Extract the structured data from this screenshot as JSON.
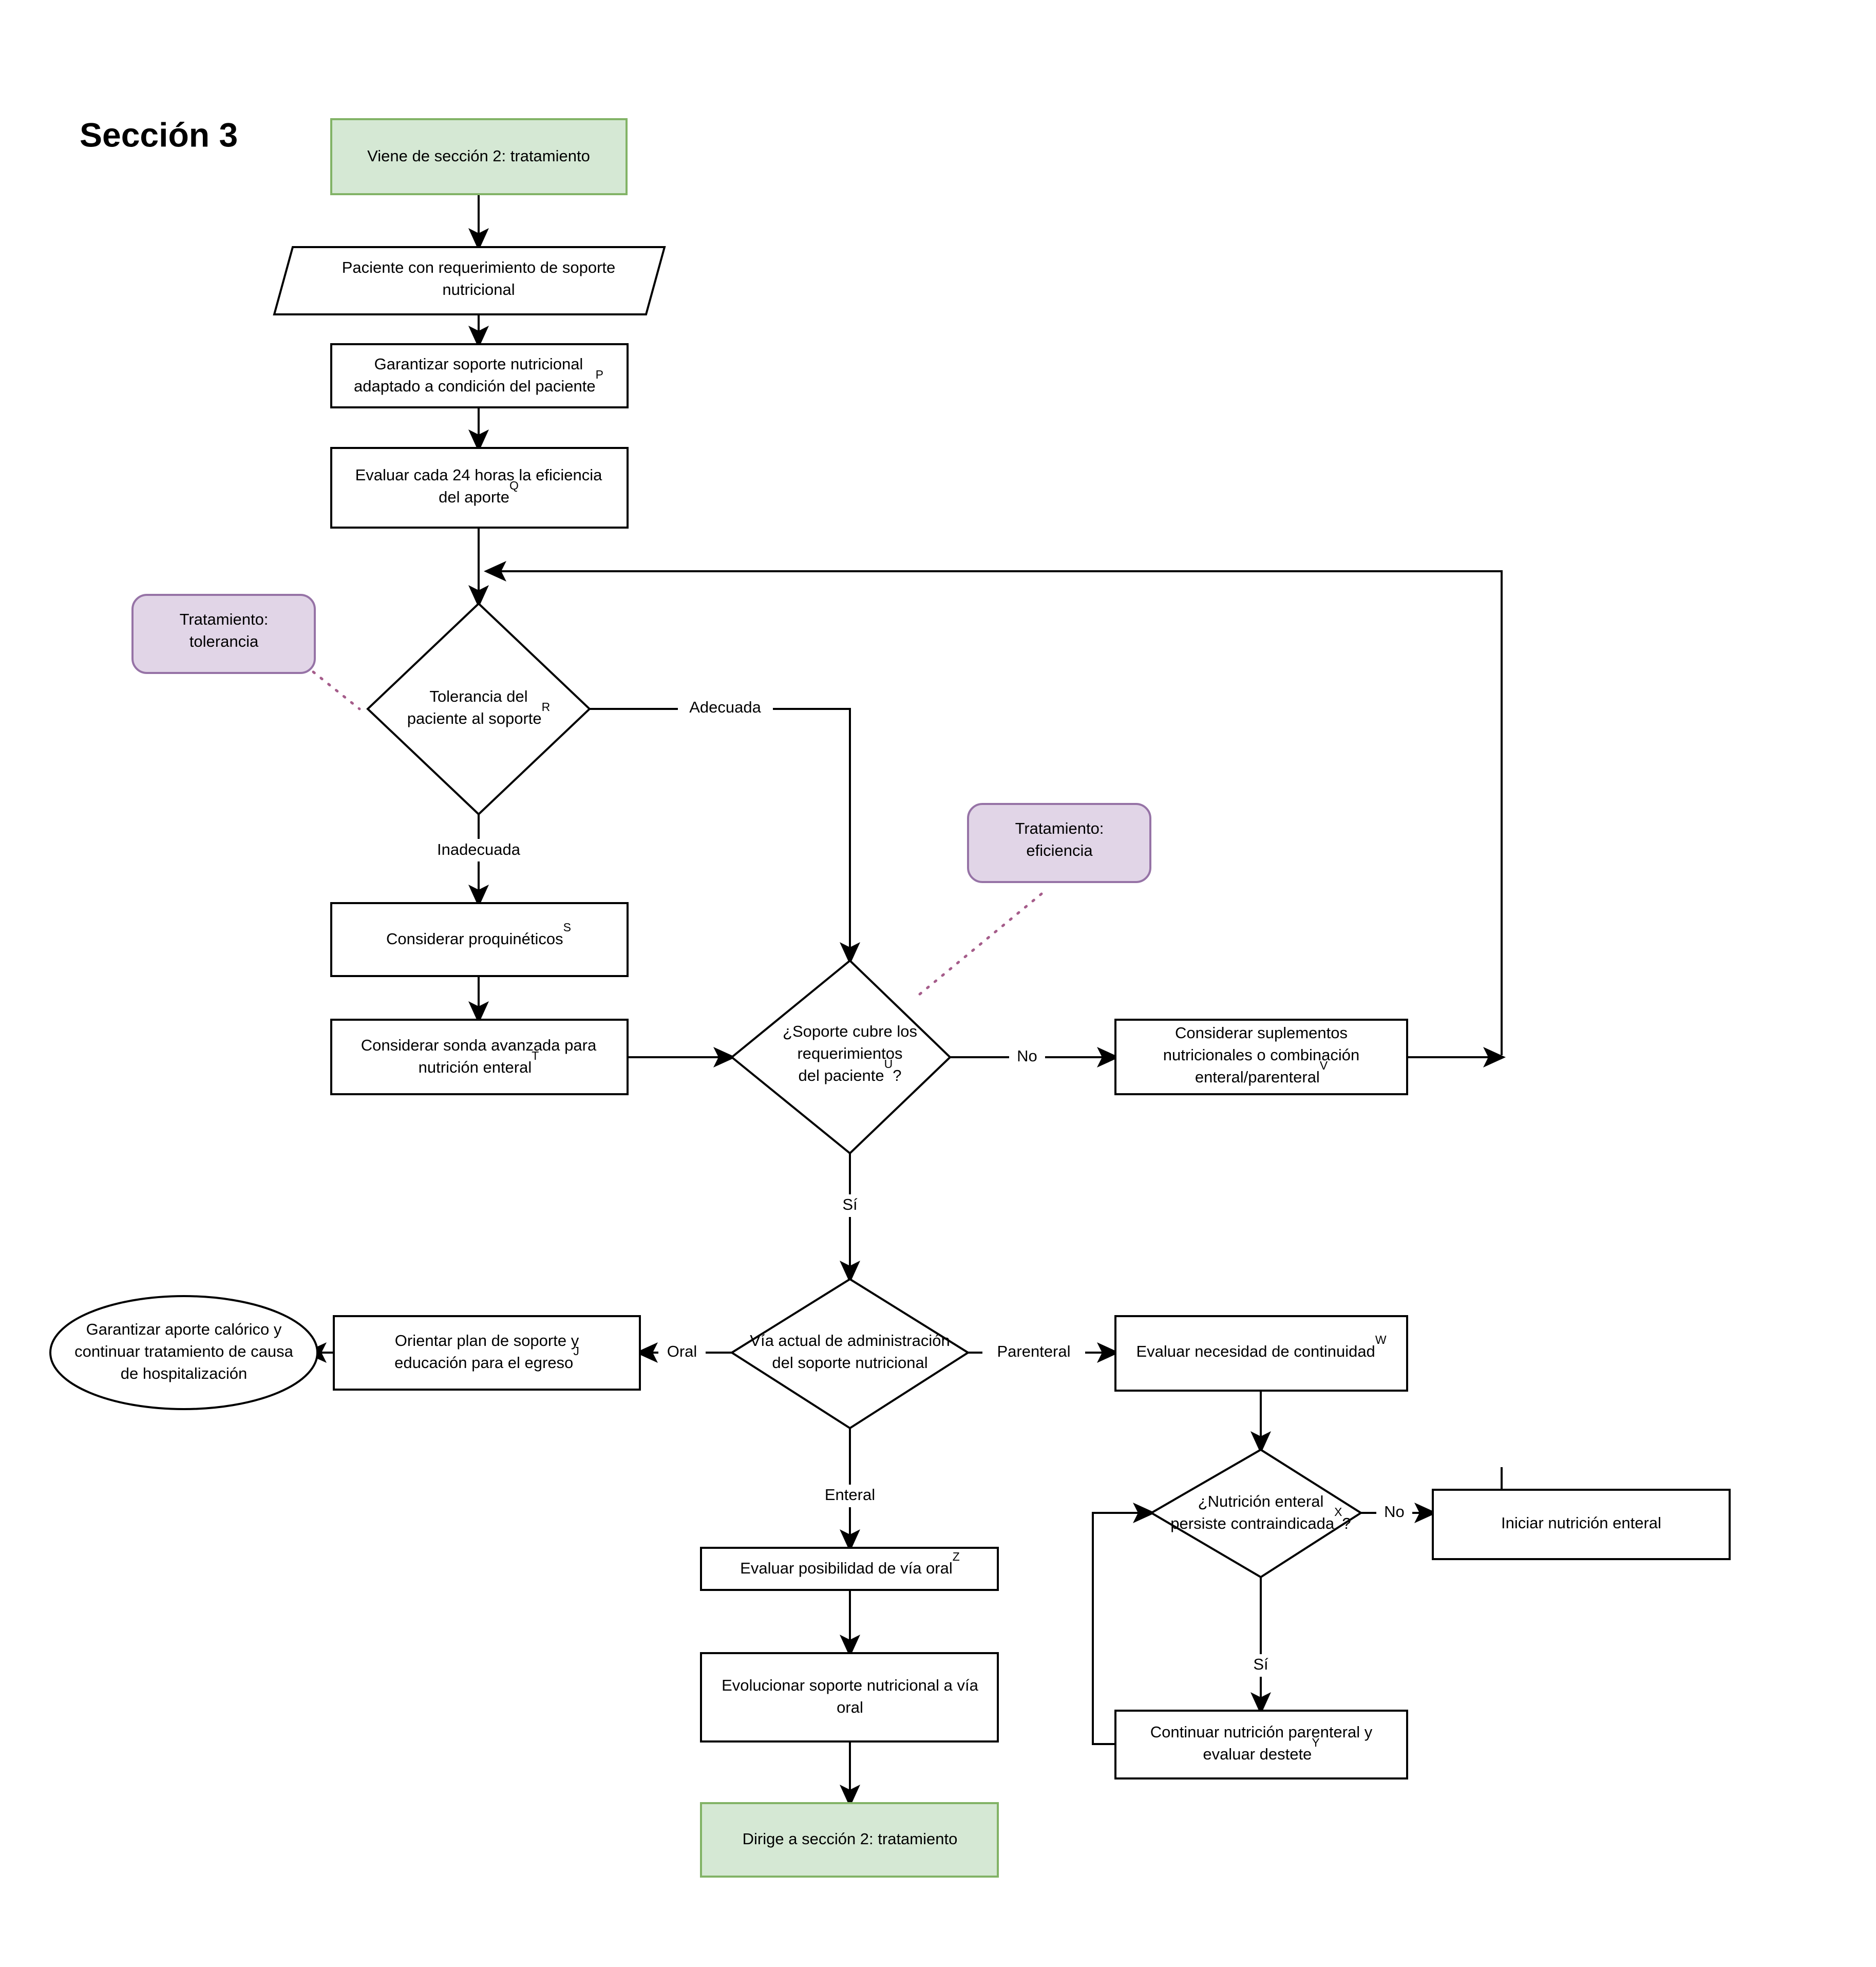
{
  "diagram": {
    "title": "Sección 3",
    "type": "flowchart",
    "colors": {
      "terminator_fill": "#d5e8d4",
      "terminator_stroke": "#82b366",
      "note_fill": "#e1d5e7",
      "note_stroke": "#9673a6",
      "default_fill": "#ffffff",
      "default_stroke": "#000000",
      "note_link_stroke": "#a55c8a"
    }
  },
  "nodes": {
    "start": {
      "label": "Viene de sección 2: tratamiento",
      "shape": "terminator"
    },
    "input": {
      "label_line1": "Paciente con requerimiento de soporte",
      "label_line2": "nutricional",
      "shape": "parallelogram"
    },
    "p_box": {
      "label_line1": "Garantizar soporte nutricional",
      "label_line2": "adaptado a condición del paciente",
      "sup": "P",
      "shape": "process"
    },
    "q_box": {
      "label_line1": "Evaluar cada 24 horas la eficiencia",
      "label_line2": "del aporte",
      "sup": "Q",
      "shape": "process"
    },
    "note_tolerancia": {
      "label_line1": "Tratamiento:",
      "label_line2": "tolerancia",
      "shape": "note"
    },
    "r_decision": {
      "label_line1": "Tolerancia del",
      "label_line2": "paciente al soporte",
      "sup": "R",
      "shape": "decision"
    },
    "s_box": {
      "label": "Considerar proquinéticos",
      "sup": "S",
      "shape": "process"
    },
    "t_box": {
      "label_line1": "Considerar sonda avanzada para",
      "label_line2": "nutrición enteral",
      "sup": "T",
      "shape": "process"
    },
    "note_eficiencia": {
      "label_line1": "Tratamiento:",
      "label_line2": "eficiencia",
      "shape": "note"
    },
    "u_decision": {
      "label_line1": "¿Soporte cubre los",
      "label_line2": "requerimientos",
      "label_line3": "del paciente",
      "sup": "U",
      "suffix": "?",
      "shape": "decision"
    },
    "v_box": {
      "label_line1": "Considerar suplementos",
      "label_line2": "nutricionales o combinación",
      "label_line3": "enteral/parenteral",
      "sup": "V",
      "shape": "process"
    },
    "via_decision": {
      "label_line1": "Vía actual de administración",
      "label_line2": "del soporte nutricional",
      "shape": "decision"
    },
    "j_box": {
      "label_line1": "Orientar plan de soporte y",
      "label_line2": "educación para el egreso",
      "sup": "J",
      "shape": "process"
    },
    "end_ellipse": {
      "label_line1": "Garantizar aporte calórico y",
      "label_line2": "continuar tratamiento de causa",
      "label_line3": "de hospitalización",
      "shape": "ellipse"
    },
    "w_box": {
      "label": "Evaluar necesidad de continuidad",
      "sup": "W",
      "shape": "process"
    },
    "x_decision": {
      "label_line1": "¿Nutrición enteral",
      "label_line2": "persiste contraindicada",
      "sup": "X",
      "suffix": "?",
      "shape": "decision"
    },
    "iniciar_enteral": {
      "label": "Iniciar nutrición enteral",
      "shape": "process"
    },
    "y_box": {
      "label_line1": "Continuar nutrición parenteral y",
      "label_line2": "evaluar destete",
      "sup": "Y",
      "shape": "process"
    },
    "z_box": {
      "label": "Evaluar posibilidad de vía oral",
      "sup": "Z",
      "shape": "process"
    },
    "evolucionar_box": {
      "label_line1": "Evolucionar soporte nutricional a vía",
      "label_line2": "oral",
      "shape": "process"
    },
    "end_terminator": {
      "label": "Dirige a sección 2: tratamiento",
      "shape": "terminator"
    }
  },
  "edge_labels": {
    "adecuada": "Adecuada",
    "inadecuada": "Inadecuada",
    "no_u": "No",
    "si_u": "Sí",
    "oral": "Oral",
    "enteral": "Enteral",
    "parenteral": "Parenteral",
    "no_x": "No",
    "si_x": "Sí"
  }
}
